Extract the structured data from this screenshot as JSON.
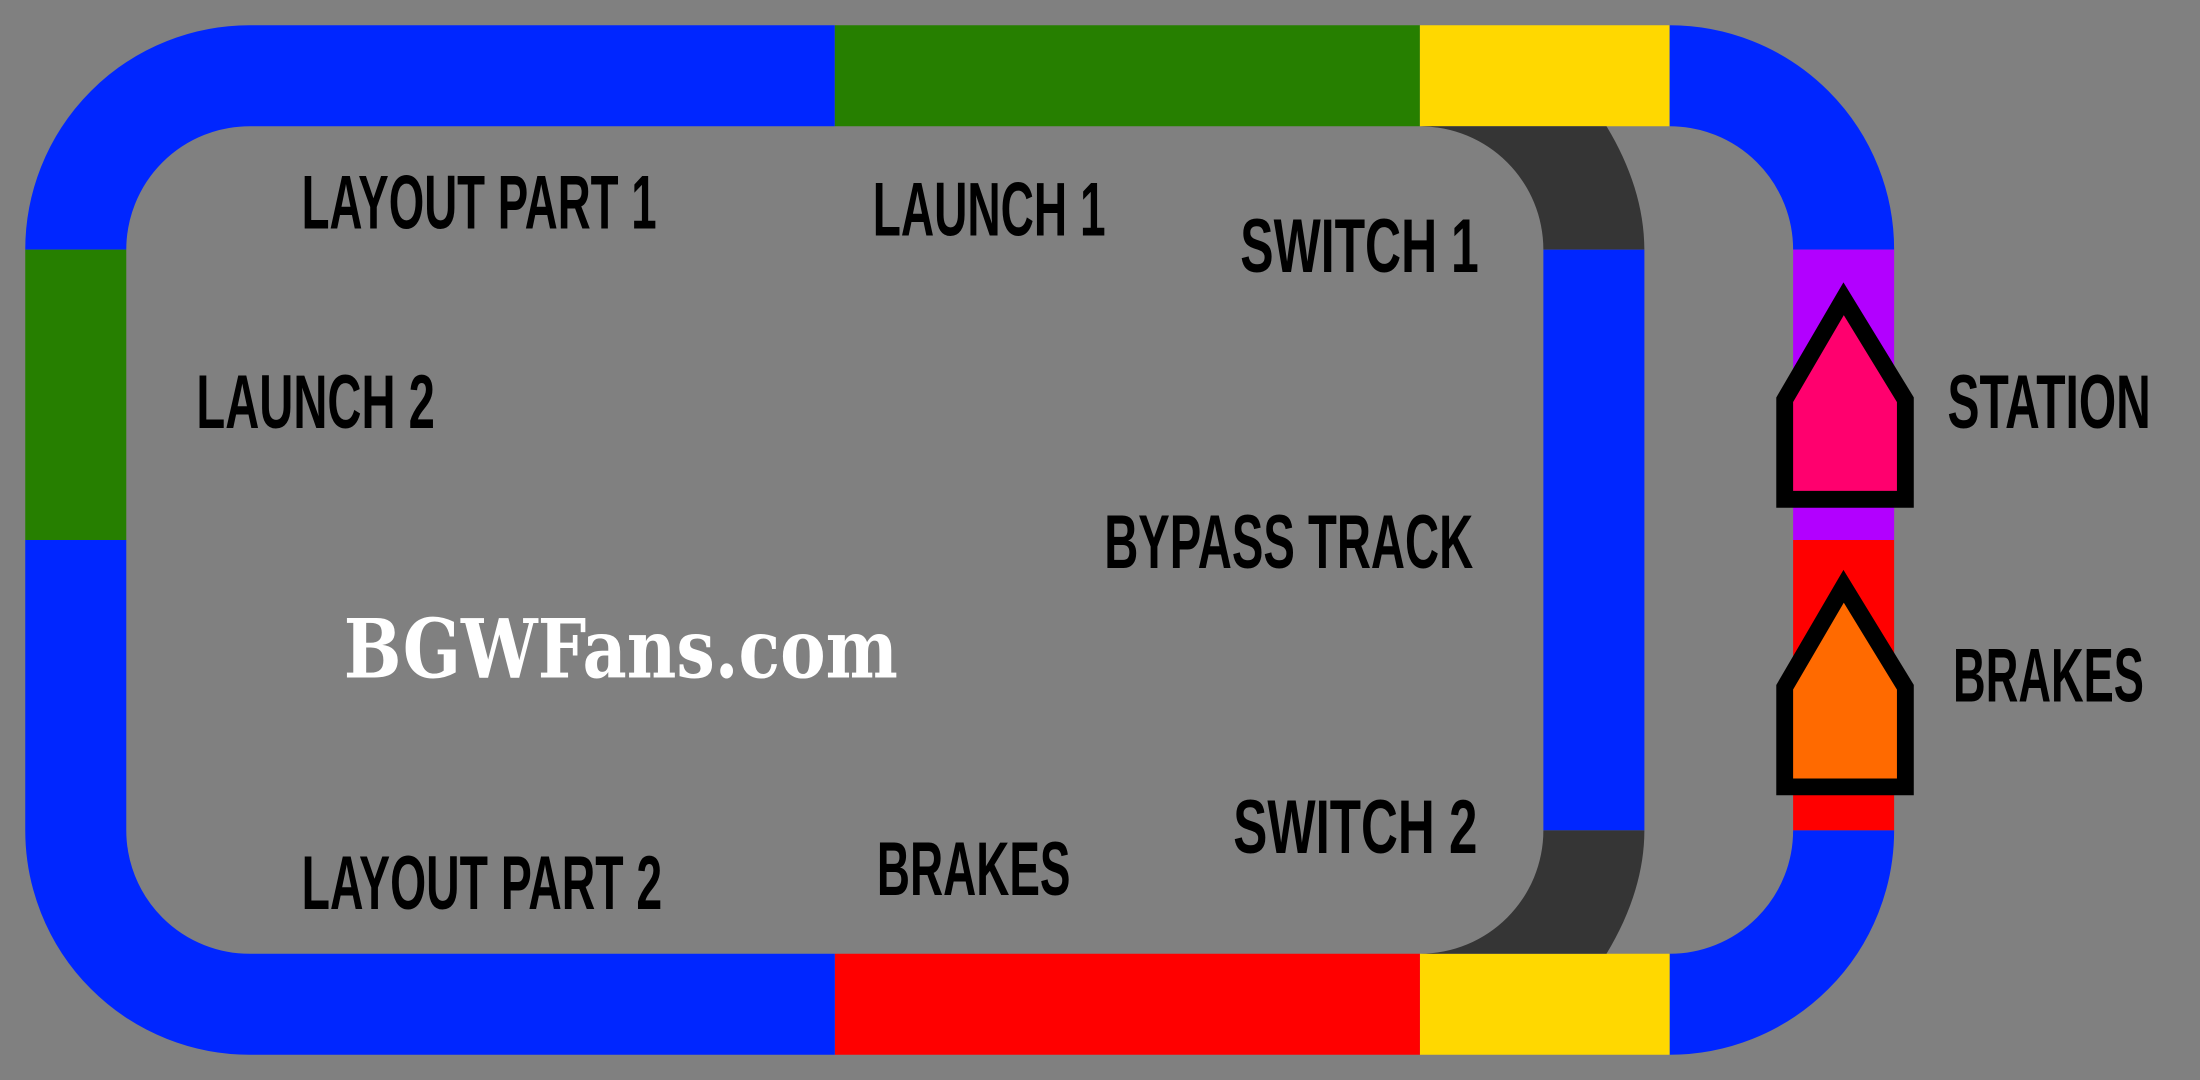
{
  "colors": {
    "background": "#808080",
    "layout": "#0026ff",
    "launch": "#267f00",
    "switch": "#ffd800",
    "brakes": "#ff0000",
    "station": "#b200ff",
    "bypass_curve": "#353535",
    "train_station": "#ff006e",
    "train_brakes": "#ff6a00"
  },
  "labels": {
    "layout_part_1": "LAYOUT PART 1",
    "launch_1": "LAUNCH 1",
    "switch_1": "SWITCH 1",
    "launch_2": "LAUNCH 2",
    "station": "STATION",
    "bypass_track": "BYPASS TRACK",
    "brakes_right": "BRAKES",
    "switch_2": "SWITCH 2",
    "brakes_bottom": "BRAKES",
    "layout_part_2": "LAYOUT PART 2"
  },
  "watermark": "BGWFans.com"
}
